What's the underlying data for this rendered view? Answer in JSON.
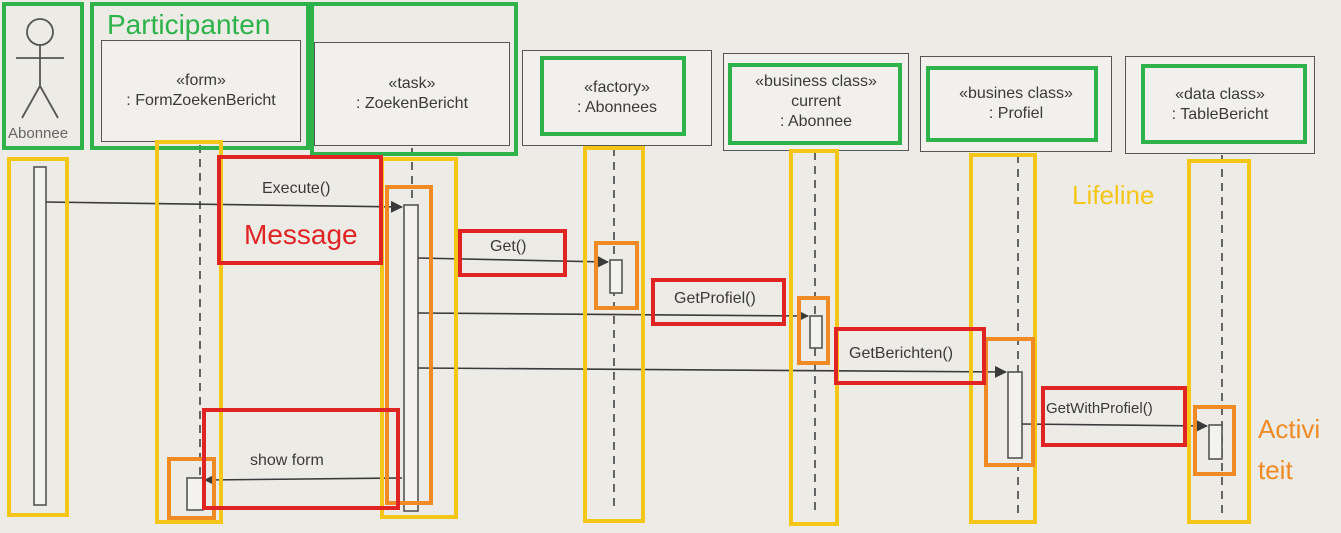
{
  "actor": {
    "name": "Abonnee"
  },
  "participants": [
    {
      "id": "form",
      "stereotype": "«form»",
      "name": ": FormZoekenBericht"
    },
    {
      "id": "task",
      "stereotype": "«task»",
      "name": ": ZoekenBericht"
    },
    {
      "id": "factory",
      "stereotype": "«factory»",
      "name": ": Abonnees"
    },
    {
      "id": "current",
      "stereotype": "«business class»",
      "extra": "current",
      "name": ": Abonnee"
    },
    {
      "id": "profiel",
      "stereotype": "«busines class»",
      "name": ": Profiel"
    },
    {
      "id": "table",
      "stereotype": "«data class»",
      "name": ": TableBericht"
    }
  ],
  "messages": [
    {
      "label": "Execute()",
      "from": "Abonnee",
      "to": ": ZoekenBericht"
    },
    {
      "label": "Get()",
      "from": ": ZoekenBericht",
      "to": ": Abonnees"
    },
    {
      "label": "GetProfiel()",
      "from": ": ZoekenBericht",
      "to": ": Abonnee"
    },
    {
      "label": "GetBerichten()",
      "from": ": ZoekenBericht",
      "to": ": Profiel"
    },
    {
      "label": "GetWithProfiel()",
      "from": ": Profiel",
      "to": ": TableBericht"
    },
    {
      "label": "show form",
      "from": ": ZoekenBericht",
      "to": ": FormZoekenBericht"
    }
  ],
  "annotations": {
    "participanten": "Participanten",
    "message": "Message",
    "lifeline": "Lifeline",
    "activiteit_line1": "Activi",
    "activiteit_line2": "teit"
  },
  "colors": {
    "participants": "#2db34a",
    "lifeline": "#f5c518",
    "activation": "#f08a24",
    "message": "#e02424",
    "ink": "#3a3a3a"
  }
}
